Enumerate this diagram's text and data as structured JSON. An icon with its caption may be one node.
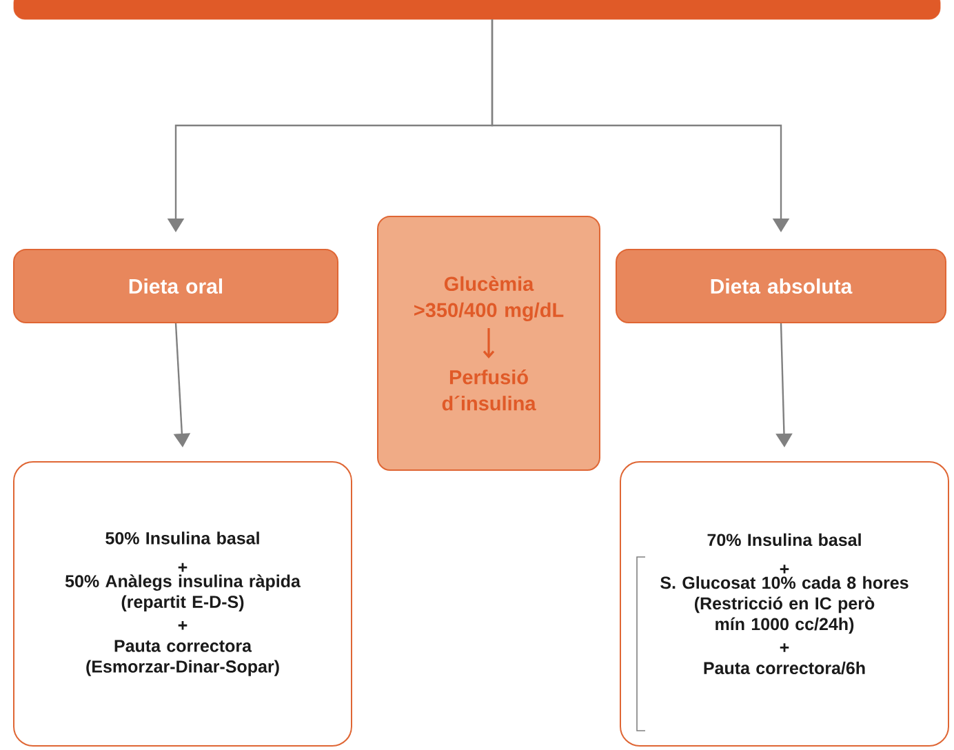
{
  "diagram": {
    "nodes": [
      {
        "text": [],
        "shape": "bar"
      },
      {
        "text": [
          "Dieta oral"
        ]
      },
      {
        "text": [
          "Glucèmia >350/400 mg/dL",
          "Perfusió d´insulina"
        ]
      },
      {
        "text": [
          "Dieta absoluta"
        ]
      },
      {
        "text": [
          "50% Insulina basal",
          "+",
          "50% Anàlegs insulina ràpida (repartit E-D-S)",
          "+",
          "Pauta correctora (Esmorzar-Dinar-Sopar)"
        ]
      },
      {
        "text": [
          "70% Insulina basal",
          "+",
          "S. Glucosat 10% cada 8 hores (Restricció en IC però mín 1000 cc/24h)",
          "+",
          "Pauta correctora/6h"
        ]
      }
    ],
    "edges": [
      {
        "from": 0,
        "to": 1,
        "arrow": "to"
      },
      {
        "from": 0,
        "to": 3,
        "arrow": "to"
      },
      {
        "from": 1,
        "to": 4,
        "arrow": "to"
      },
      {
        "from": 3,
        "to": 5,
        "arrow": "to"
      }
    ]
  }
}
